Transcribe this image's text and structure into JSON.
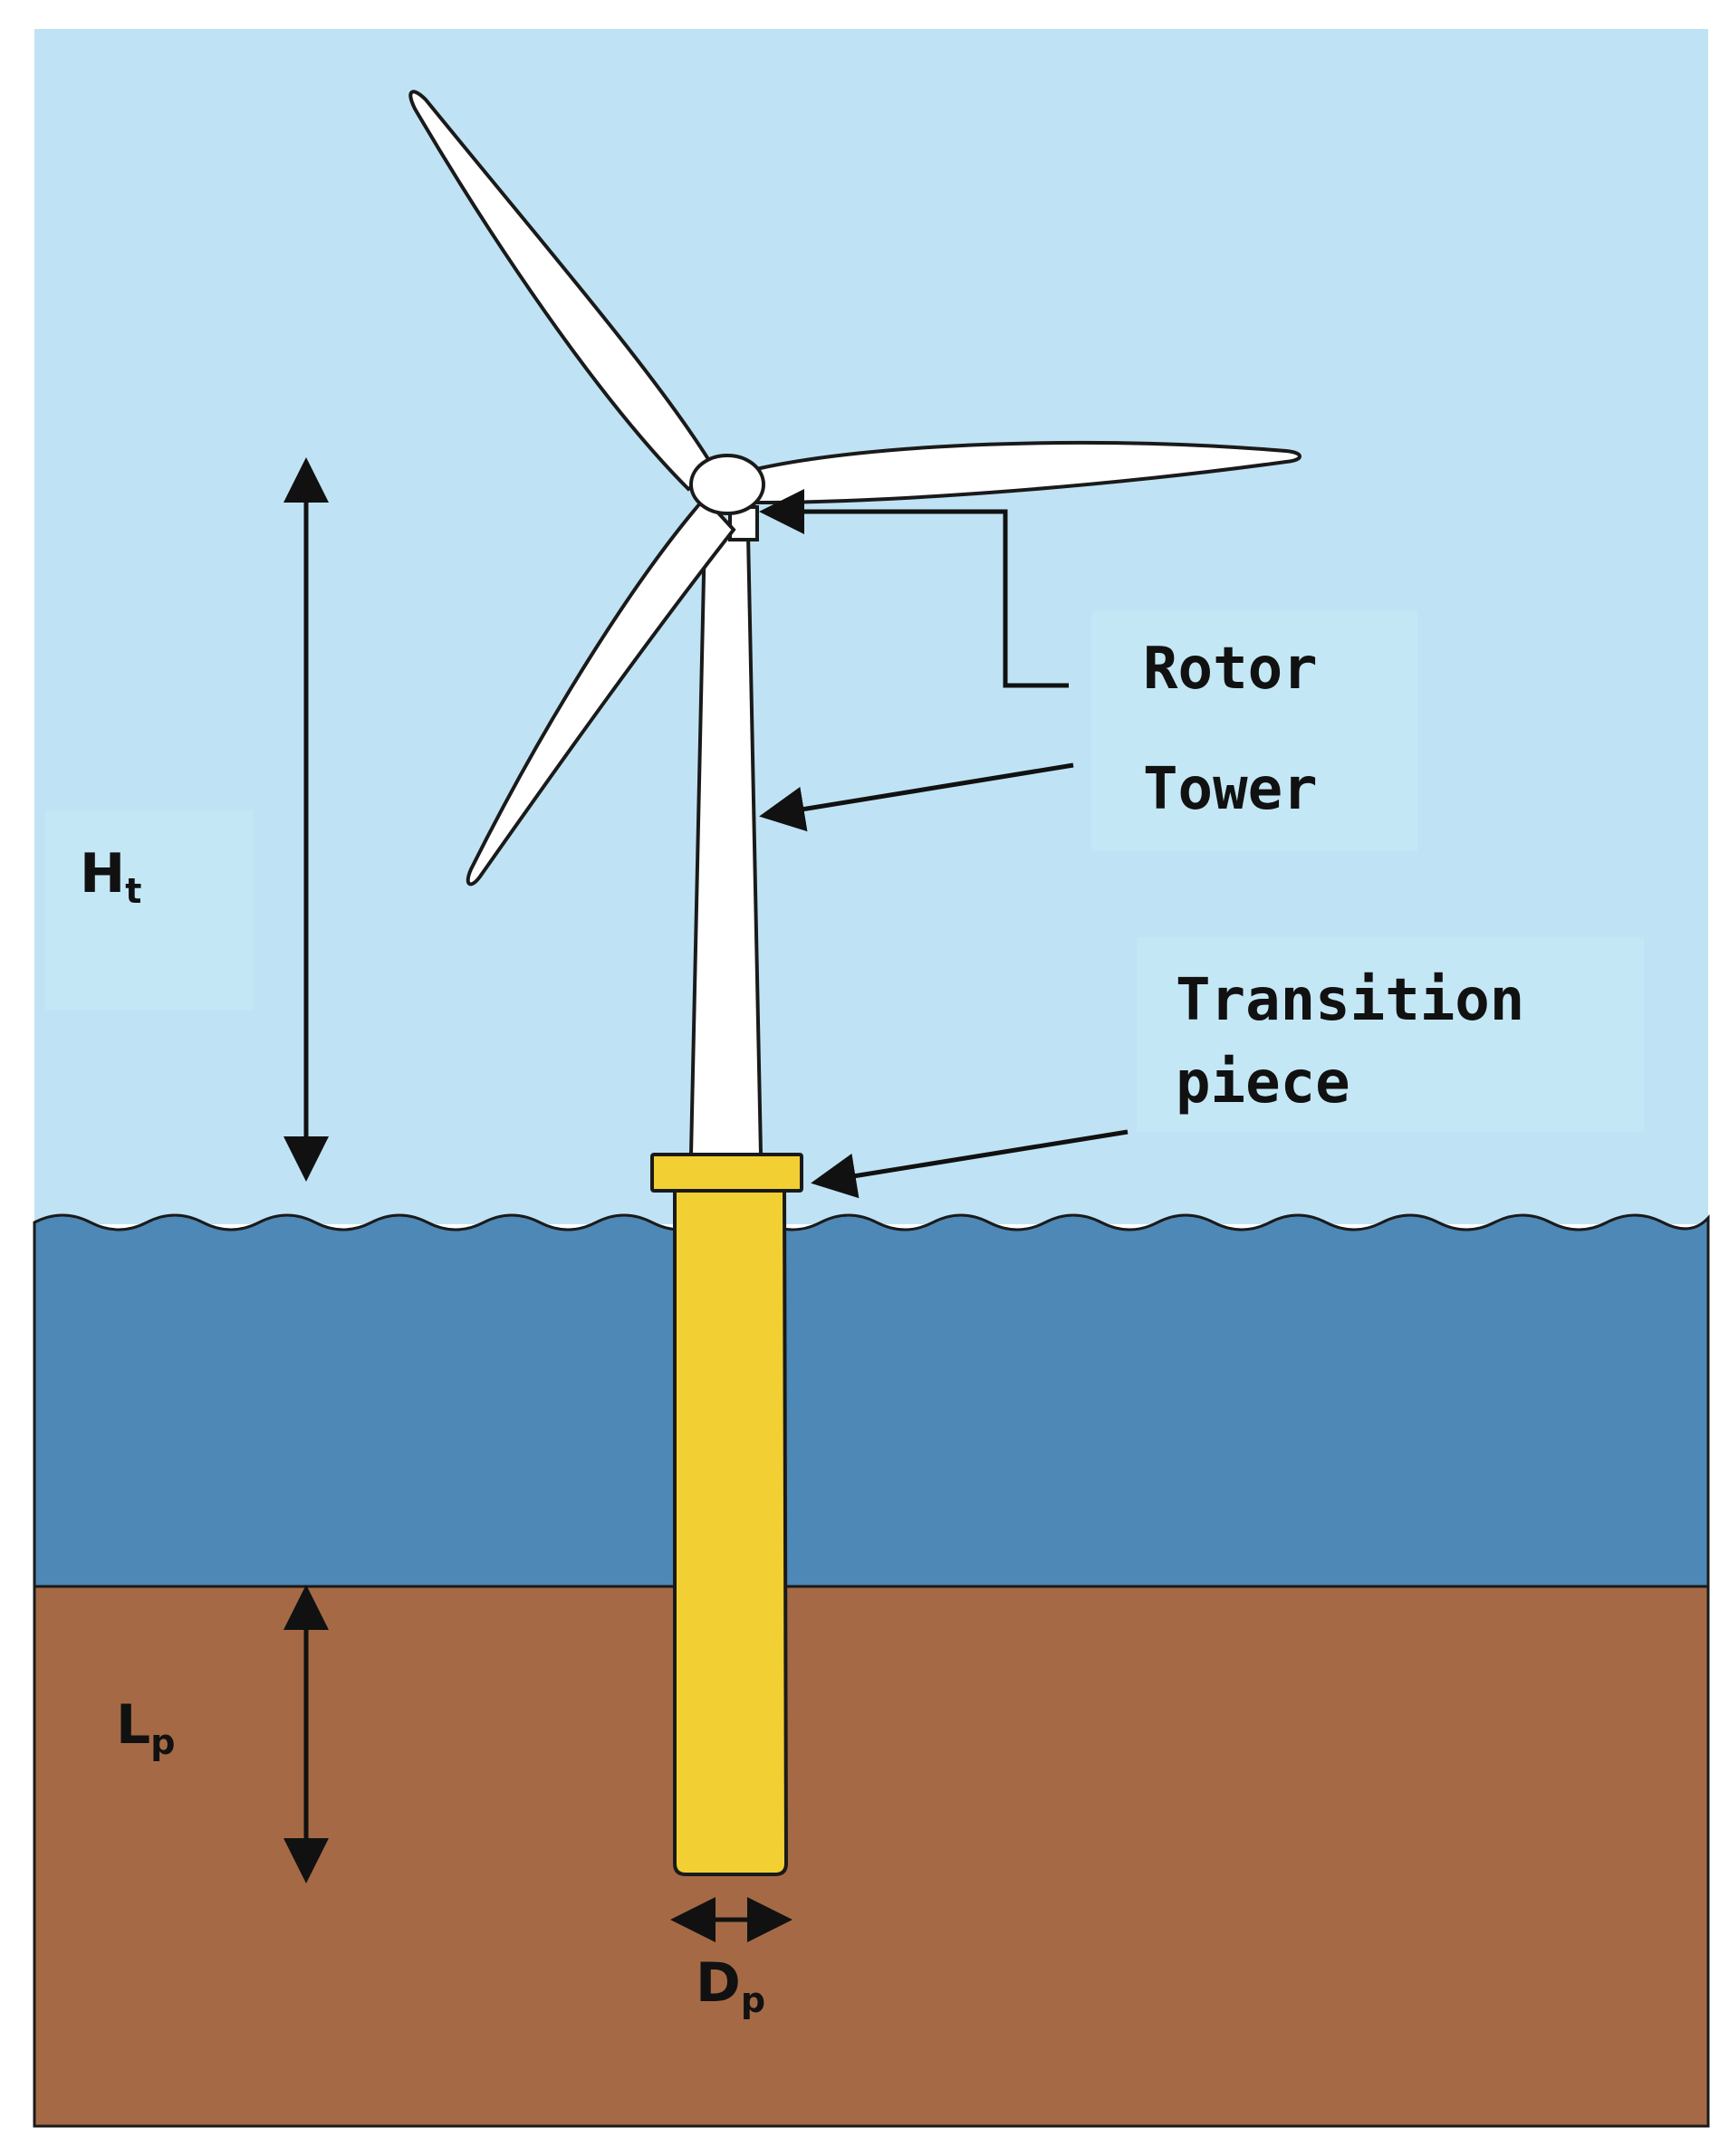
{
  "labels": {
    "rotor": "Rotor",
    "tower": "Tower",
    "transition_line1": "Transition",
    "transition_line2": "piece",
    "tower_height_main": "H",
    "tower_height_sub": "t",
    "pile_length_main": "L",
    "pile_length_sub": "p",
    "pile_diameter_main": "D",
    "pile_diameter_sub": "p"
  },
  "colors": {
    "sky": "#bfe3f4",
    "sea": "#4d88b6",
    "seabed": "#a56a45",
    "pile": "#f2d033",
    "turbine": "#ffffff",
    "outline": "#1a1a1a"
  },
  "icons": {
    "dimension_arrow": "double-headed-arrow-icon",
    "pointer_arrow": "arrow-icon"
  }
}
